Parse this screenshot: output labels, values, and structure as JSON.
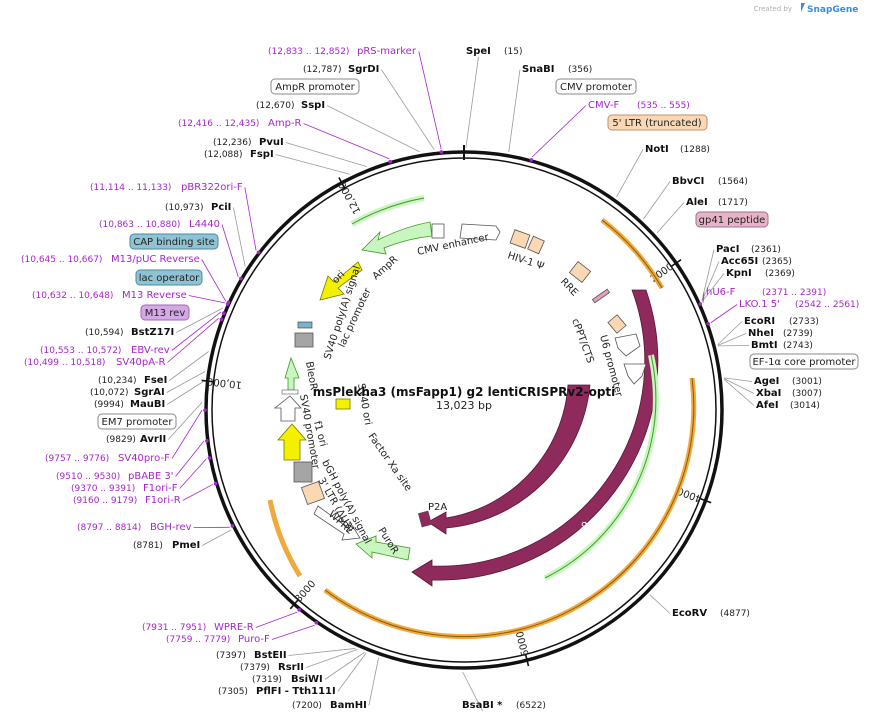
{
  "app": {
    "credit_prefix": "Created by",
    "credit_brand": "SnapGene"
  },
  "map": {
    "title": "msPlekha3 (msFapp1) g2 lentiCRISPRv2-opti",
    "length_label": "13,023 bp",
    "total_bp": 13023
  },
  "ticks": [
    {
      "bp": 2000,
      "label": "2000"
    },
    {
      "bp": 4000,
      "label": "4000"
    },
    {
      "bp": 6000,
      "label": "6000"
    },
    {
      "bp": 8000,
      "label": "8000"
    },
    {
      "bp": 10000,
      "label": "10,000"
    },
    {
      "bp": 12000,
      "label": "12,000"
    }
  ],
  "sites": [
    {
      "name": "SpeI",
      "pos": "(15)",
      "bp": 15
    },
    {
      "name": "SnaBI",
      "pos": "(356)",
      "bp": 356
    },
    {
      "name": "NotI",
      "pos": "(1288)",
      "bp": 1288
    },
    {
      "name": "BbvCI",
      "pos": "(1564)",
      "bp": 1564
    },
    {
      "name": "AleI",
      "pos": "(1717)",
      "bp": 1717
    },
    {
      "name": "PacI",
      "pos": "(2361)",
      "bp": 2361
    },
    {
      "name": "Acc65I",
      "pos": "(2365)",
      "bp": 2365
    },
    {
      "name": "KpnI",
      "pos": "(2369)",
      "bp": 2369
    },
    {
      "name": "EcoRI",
      "pos": "(2733)",
      "bp": 2733
    },
    {
      "name": "NheI",
      "pos": "(2739)",
      "bp": 2739
    },
    {
      "name": "BmtI",
      "pos": "(2743)",
      "bp": 2743
    },
    {
      "name": "AgeI",
      "pos": "(3001)",
      "bp": 3001
    },
    {
      "name": "XbaI",
      "pos": "(3007)",
      "bp": 3007
    },
    {
      "name": "AfeI",
      "pos": "(3014)",
      "bp": 3014
    },
    {
      "name": "EcoRV",
      "pos": "(4877)",
      "bp": 4877
    },
    {
      "name": "BsaBI *",
      "pos": "(6522)",
      "bp": 6522
    },
    {
      "name": "BamHI",
      "pos": "(7200)",
      "bp": 7200
    },
    {
      "name": "PflFI - Tth111I",
      "pos": "(7305)",
      "bp": 7305
    },
    {
      "name": "BsiWI",
      "pos": "(7319)",
      "bp": 7319
    },
    {
      "name": "RsrII",
      "pos": "(7379)",
      "bp": 7379
    },
    {
      "name": "BstEII",
      "pos": "(7397)",
      "bp": 7397
    },
    {
      "name": "PmeI",
      "pos": "(8781)",
      "bp": 8781
    },
    {
      "name": "AvrII",
      "pos": "(9829)",
      "bp": 9829
    },
    {
      "name": "MauBI",
      "pos": "(9994)",
      "bp": 9994
    },
    {
      "name": "SgrAI",
      "pos": "(10,072)",
      "bp": 10072
    },
    {
      "name": "FseI",
      "pos": "(10,234)",
      "bp": 10234
    },
    {
      "name": "BstZ17I",
      "pos": "(10,594)",
      "bp": 10594
    },
    {
      "name": "PciI",
      "pos": "(10,973)",
      "bp": 10973
    },
    {
      "name": "FspI",
      "pos": "(12,088)",
      "bp": 12088
    },
    {
      "name": "PvuI",
      "pos": "(12,236)",
      "bp": 12236
    },
    {
      "name": "SspI",
      "pos": "(12,670)",
      "bp": 12670
    },
    {
      "name": "SgrDI",
      "pos": "(12,787)",
      "bp": 12787
    }
  ],
  "primers": [
    {
      "name": "pRS-marker",
      "range": "(12,833 .. 12,852)",
      "bp": 12842
    },
    {
      "name": "Amp-R",
      "range": "(12,416 .. 12,435)",
      "bp": 12425
    },
    {
      "name": "CMV-F",
      "range": "(535 .. 555)",
      "bp": 545
    },
    {
      "name": "pBR322ori-F",
      "range": "(11,114 .. 11,133)",
      "bp": 11123
    },
    {
      "name": "L4440",
      "range": "(10,863 .. 10,880)",
      "bp": 10871
    },
    {
      "name": "M13/pUC Reverse",
      "range": "(10,645 .. 10,667)",
      "bp": 10656
    },
    {
      "name": "M13 Reverse",
      "range": "(10,632 .. 10,648)",
      "bp": 10640
    },
    {
      "name": "EBV-rev",
      "range": "(10,553 .. 10,572)",
      "bp": 10562
    },
    {
      "name": "SV40pA-R",
      "range": "(10,499 .. 10,518)",
      "bp": 10508
    },
    {
      "name": "SV40pro-F",
      "range": "(9757 .. 9776)",
      "bp": 9766
    },
    {
      "name": "pBABE 3'",
      "range": "(9510 .. 9530)",
      "bp": 9520
    },
    {
      "name": "F1ori-F",
      "range": "(9370 .. 9391)",
      "bp": 9380
    },
    {
      "name": "F1ori-R",
      "range": "(9160 .. 9179)",
      "bp": 9170
    },
    {
      "name": "BGH-rev",
      "range": "(8797 .. 8814)",
      "bp": 8805
    },
    {
      "name": "hU6-F",
      "range": "(2371 .. 2391)",
      "bp": 2381
    },
    {
      "name": "LKO.1 5'",
      "range": "(2542 .. 2561)",
      "bp": 2551
    },
    {
      "name": "WPRE-R",
      "range": "(7931 .. 7951)",
      "bp": 7941
    },
    {
      "name": "Puro-F",
      "range": "(7759 .. 7779)",
      "bp": 7769
    }
  ],
  "boxed_labels": [
    {
      "text": "AmpR promoter",
      "style": "white"
    },
    {
      "text": "CMV promoter",
      "style": "white"
    },
    {
      "text": "5' LTR (truncated)",
      "style": "peach"
    },
    {
      "text": "gp41 peptide",
      "style": "pink"
    },
    {
      "text": "EF-1α core promoter",
      "style": "white"
    },
    {
      "text": "CAP binding site",
      "style": "blue"
    },
    {
      "text": "lac operator",
      "style": "blue"
    },
    {
      "text": "M13 rev",
      "style": "violet"
    },
    {
      "text": "EM7 promoter",
      "style": "white"
    }
  ],
  "features": [
    "CMV enhancer",
    "HIV-1 Ψ",
    "RRE",
    "cPPT/CTS",
    "U6 promoter",
    "Cas9",
    "Cas9",
    "P2A",
    "PuroR",
    "WPRE",
    "3' LTR (ΔU3)",
    "bGH poly(A) signal",
    "f1 ori",
    "SV40 promoter",
    "BleoR",
    "SV40 ori",
    "Factor Xa site",
    "SV40 poly(A) signal",
    "lac promoter",
    "AmpR",
    "ori"
  ],
  "colors": {
    "backbone": "#111111",
    "primer": "#a626c9",
    "cds_dark": "#8e2a5c",
    "resistance": "#c8f5c0",
    "origin": "#f3f000",
    "promoter": "#ffffff",
    "ltr": "#fbd8b4",
    "orange_arc": "#f0a93a",
    "green_arc": "#6ccb33"
  }
}
